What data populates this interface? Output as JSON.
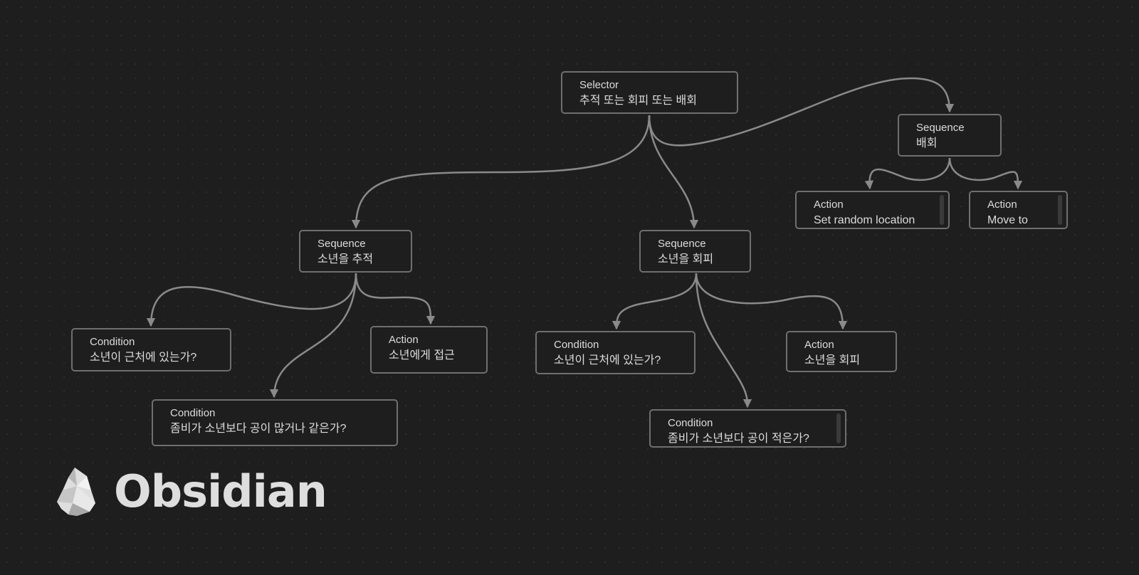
{
  "canvas": {
    "nodes": [
      {
        "id": "selector",
        "type": "Selector",
        "label": "추적 또는 회피 또는 배회"
      },
      {
        "id": "seq-wander",
        "type": "Sequence",
        "label": "배회"
      },
      {
        "id": "act-random",
        "type": "Action",
        "label": "Set random location"
      },
      {
        "id": "act-moveto",
        "type": "Action",
        "label": "Move to"
      },
      {
        "id": "seq-chase",
        "type": "Sequence",
        "label": "소년을 추적"
      },
      {
        "id": "seq-avoid",
        "type": "Sequence",
        "label": "소년을 회피"
      },
      {
        "id": "cond-near-1",
        "type": "Condition",
        "label": "소년이 근처에 있는가?"
      },
      {
        "id": "act-approach",
        "type": "Action",
        "label": "소년에게 접근"
      },
      {
        "id": "cond-more-balls",
        "type": "Condition",
        "label": "좀비가 소년보다 공이 많거나 같은가?"
      },
      {
        "id": "cond-near-2",
        "type": "Condition",
        "label": "소년이 근처에 있는가?"
      },
      {
        "id": "act-avoid",
        "type": "Action",
        "label": "소년을 회피"
      },
      {
        "id": "cond-fewer-balls",
        "type": "Condition",
        "label": "좀비가 소년보다 공이 적은가?"
      }
    ],
    "edges": [
      [
        "selector",
        "seq-chase"
      ],
      [
        "selector",
        "seq-avoid"
      ],
      [
        "selector",
        "seq-wander"
      ],
      [
        "seq-wander",
        "act-random"
      ],
      [
        "seq-wander",
        "act-moveto"
      ],
      [
        "seq-chase",
        "cond-near-1"
      ],
      [
        "seq-chase",
        "act-approach"
      ],
      [
        "seq-chase",
        "cond-more-balls"
      ],
      [
        "seq-avoid",
        "cond-near-2"
      ],
      [
        "seq-avoid",
        "act-avoid"
      ],
      [
        "seq-avoid",
        "cond-fewer-balls"
      ]
    ]
  },
  "brand": {
    "name": "Obsidian",
    "logo_icon": "obsidian-crystal-icon"
  },
  "colors": {
    "background": "#1e1e1e",
    "node_border": "#6f6f6f",
    "edge": "#8a8a8a",
    "text": "#dcdcdc"
  }
}
